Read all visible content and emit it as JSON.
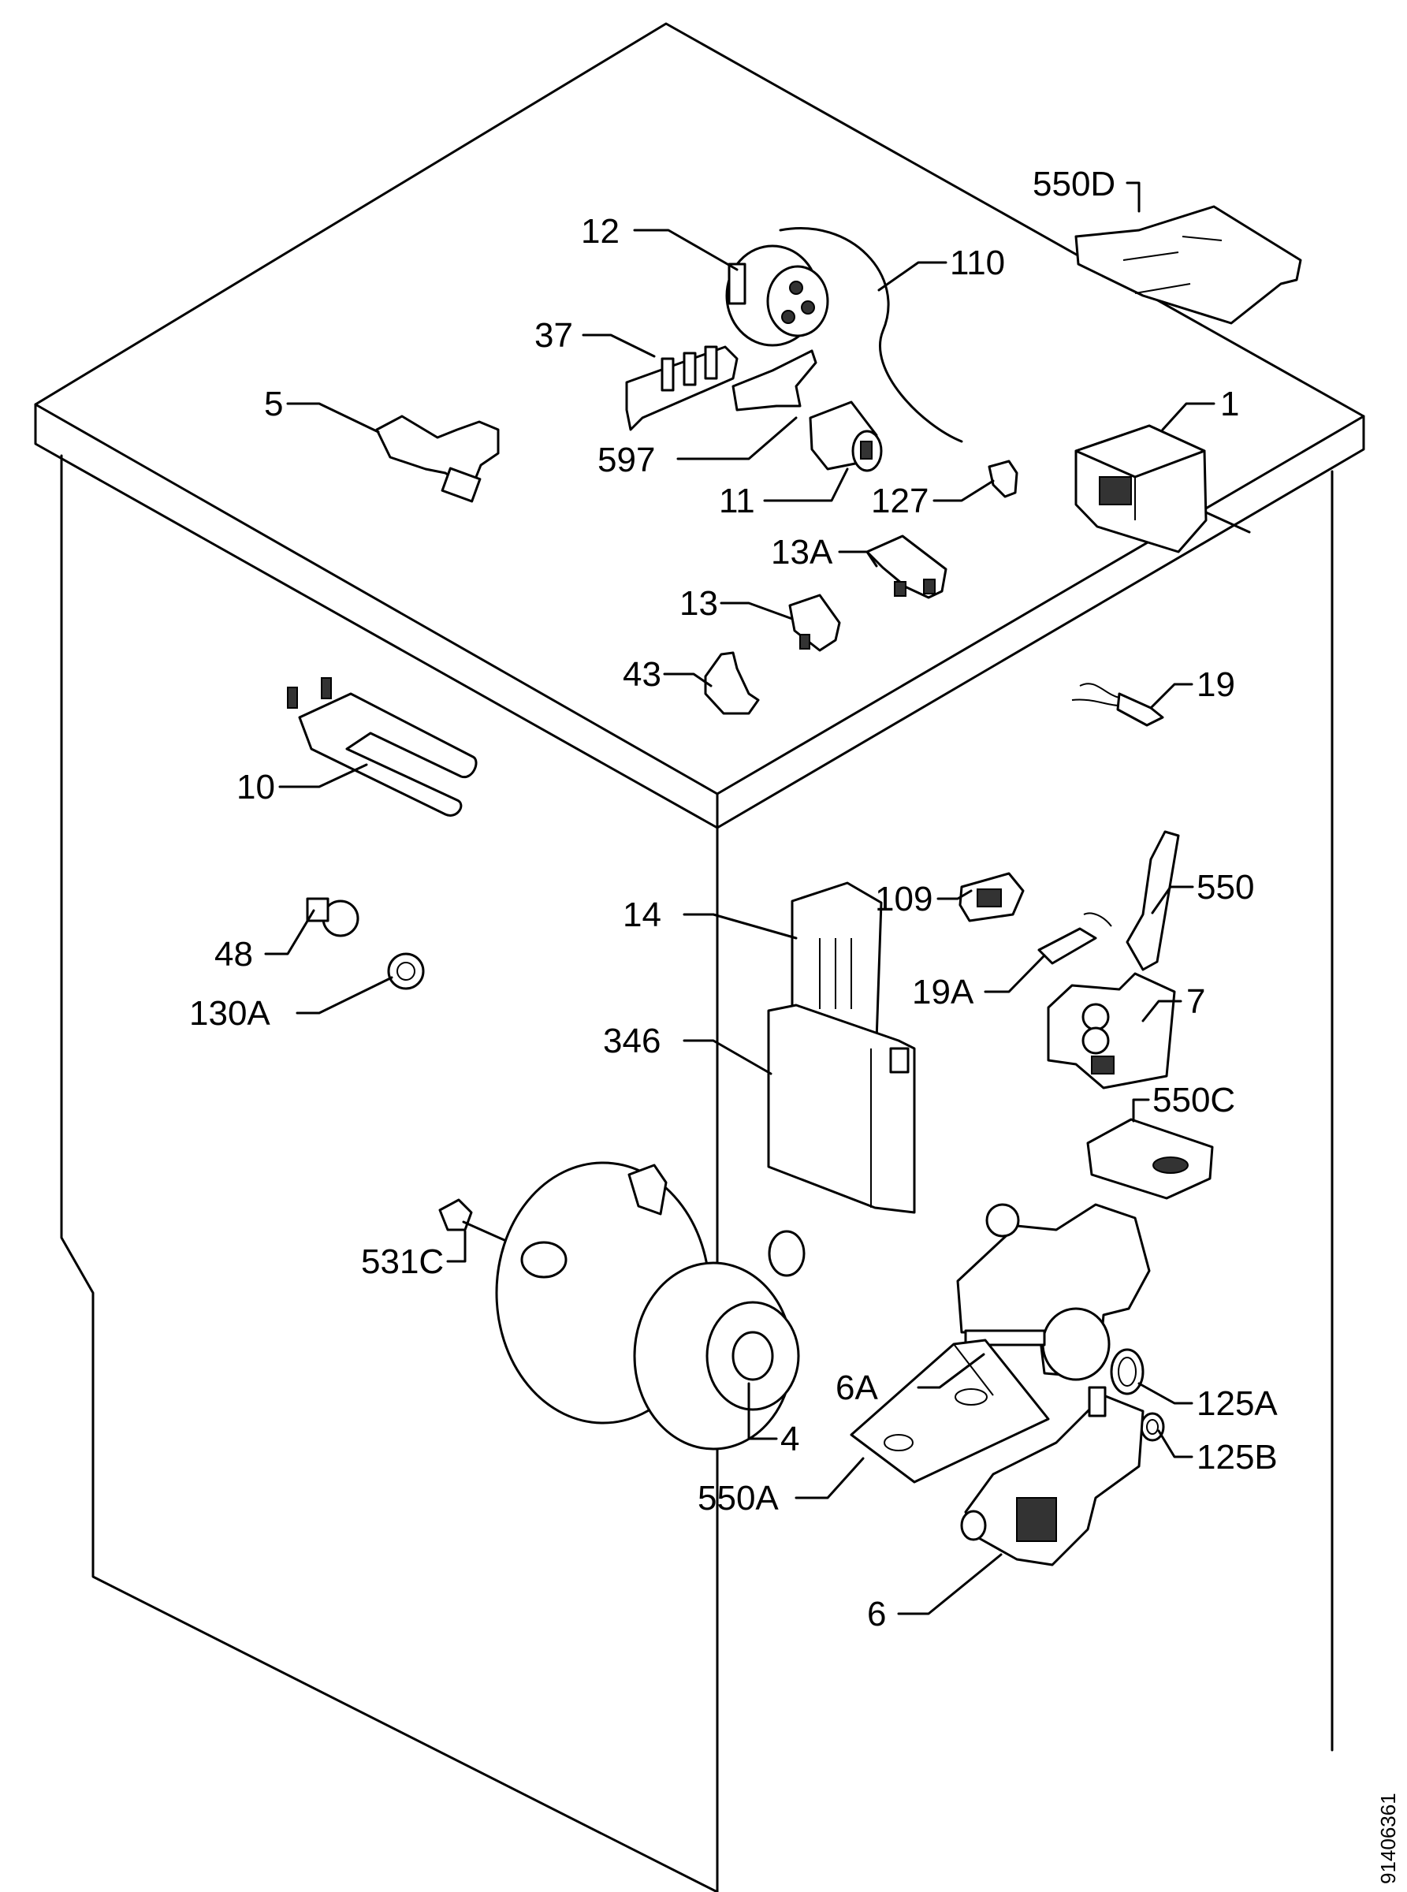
{
  "document_number": "91406361",
  "part_labels": {
    "p550D": "550D",
    "p12": "12",
    "p110": "110",
    "p37": "37",
    "p5": "5",
    "p597": "597",
    "p1": "1",
    "p11": "11",
    "p127": "127",
    "p13A": "13A",
    "p13": "13",
    "p43": "43",
    "p19": "19",
    "p10": "10",
    "p109": "109",
    "p550": "550",
    "p14": "14",
    "p48": "48",
    "p19A": "19A",
    "p130A": "130A",
    "p7": "7",
    "p346": "346",
    "p550C": "550C",
    "p531C": "531C",
    "p6A": "6A",
    "p125A": "125A",
    "p4": "4",
    "p125B": "125B",
    "p550A": "550A",
    "p6": "6"
  }
}
